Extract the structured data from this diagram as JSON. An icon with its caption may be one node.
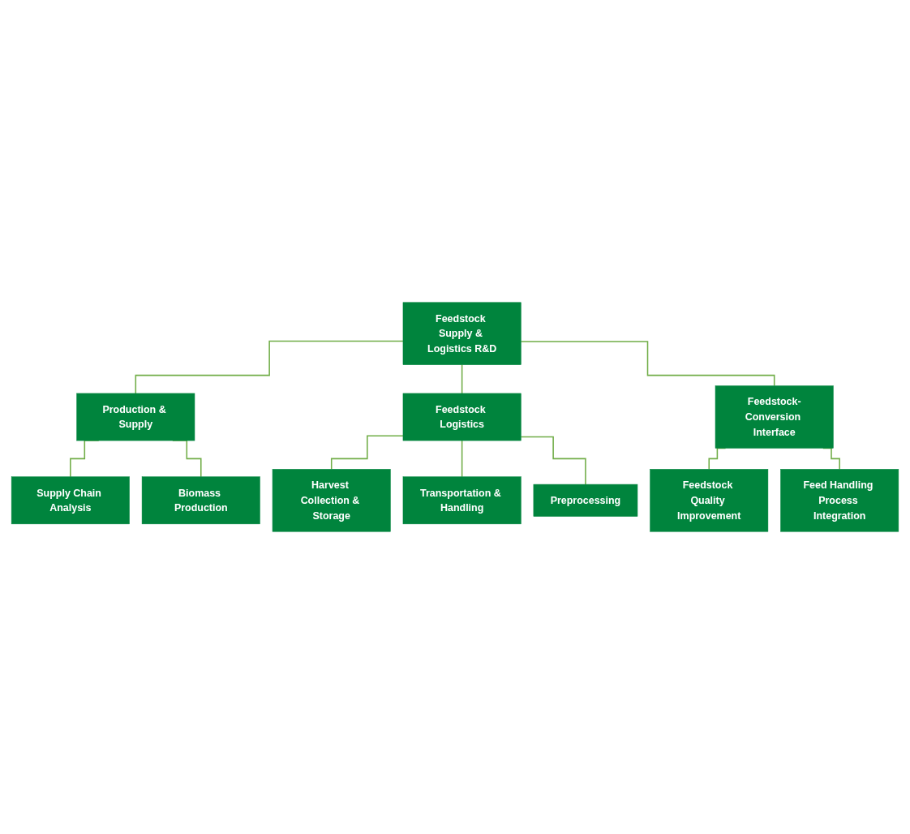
{
  "diagram": {
    "nodes": [
      {
        "text": [
          "Feedstock Supply & Logistics R&D"
        ]
      },
      {
        "text": [
          "Production & Supply"
        ]
      },
      {
        "text": [
          "Feedstock Logistics"
        ]
      },
      {
        "text": [
          "Feedstock-Conversion Interface"
        ]
      },
      {
        "text": [
          "Supply Chain Analysis"
        ]
      },
      {
        "text": [
          "Biomass Production"
        ]
      },
      {
        "text": [
          "Harvest Collection & Storage"
        ]
      },
      {
        "text": [
          "Transportation & Handling"
        ]
      },
      {
        "text": [
          "Preprocessing"
        ]
      },
      {
        "text": [
          "Feedstock Quality Improvement"
        ]
      },
      {
        "text": [
          "Feed Handling Process Integration"
        ]
      }
    ],
    "edges": [
      {
        "from": 0,
        "to": 1,
        "arrow": "none"
      },
      {
        "from": 0,
        "to": 2,
        "arrow": "none"
      },
      {
        "from": 0,
        "to": 3,
        "arrow": "none"
      },
      {
        "from": 1,
        "to": 4,
        "arrow": "none"
      },
      {
        "from": 1,
        "to": 5,
        "arrow": "none"
      },
      {
        "from": 2,
        "to": 6,
        "arrow": "none"
      },
      {
        "from": 2,
        "to": 7,
        "arrow": "none"
      },
      {
        "from": 2,
        "to": 8,
        "arrow": "none"
      },
      {
        "from": 3,
        "to": 9,
        "arrow": "none"
      },
      {
        "from": 3,
        "to": 10,
        "arrow": "none"
      }
    ]
  }
}
